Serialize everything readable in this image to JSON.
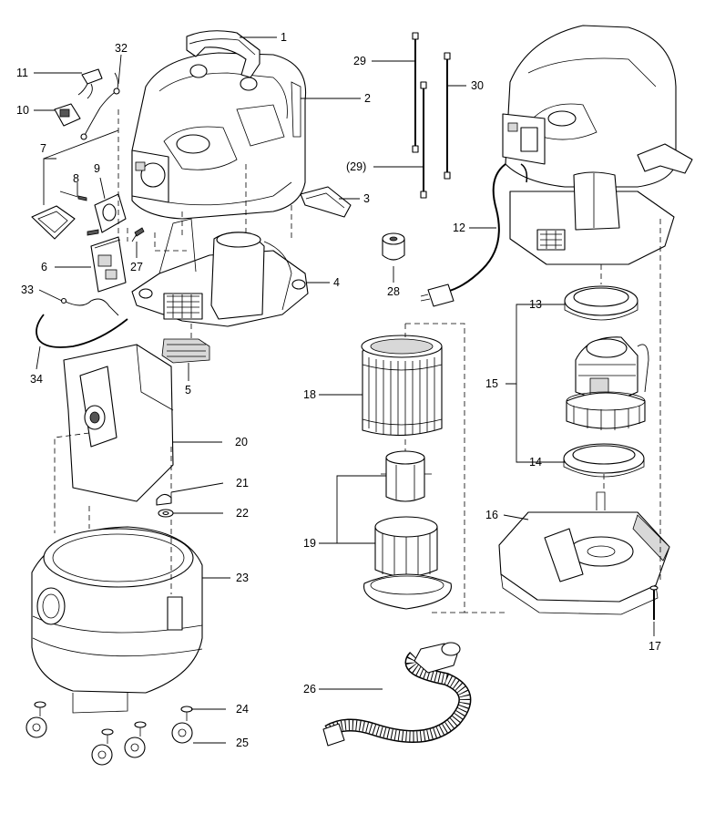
{
  "labels": {
    "p1": "1",
    "p2": "2",
    "p3": "3",
    "p4": "4",
    "p5": "5",
    "p6": "6",
    "p7": "7",
    "p8": "8",
    "p9": "9",
    "p10": "10",
    "p11": "11",
    "p12": "12",
    "p13": "13",
    "p14": "14",
    "p15": "15",
    "p16": "16",
    "p17": "17",
    "p18": "18",
    "p19": "19",
    "p20": "20",
    "p21": "21",
    "p22": "22",
    "p23": "23",
    "p24": "24",
    "p25": "25",
    "p26": "26",
    "p27": "27",
    "p28": "28",
    "p29": "29",
    "p29b": "(29)",
    "p30": "30",
    "p32": "32",
    "p33": "33",
    "p34": "34"
  }
}
